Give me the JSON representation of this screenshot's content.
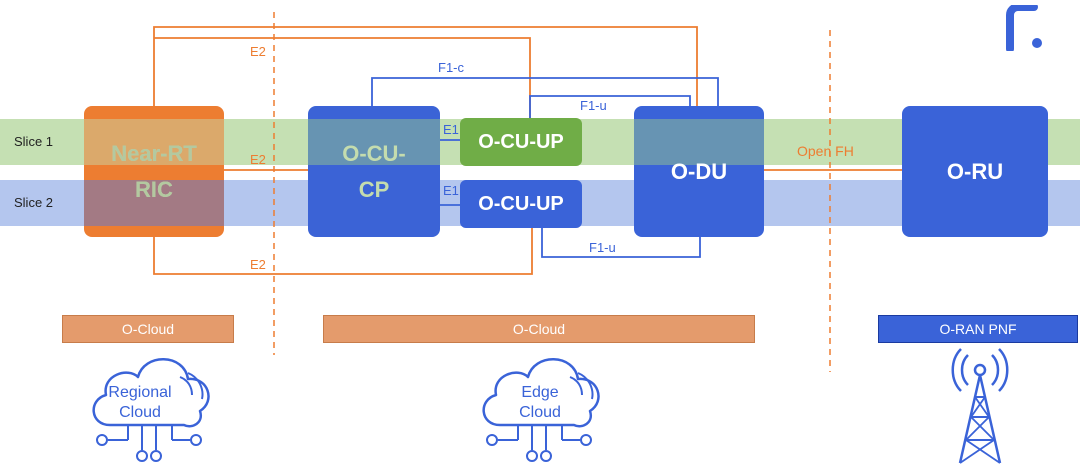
{
  "slices": [
    {
      "label": "Slice 1",
      "color": "#c5e0b3"
    },
    {
      "label": "Slice 2",
      "color": "#b4c6ee"
    }
  ],
  "nodes": {
    "near_rt_ric": {
      "line1": "Near-RT",
      "line2": "RIC",
      "color": "#ed7d31"
    },
    "o_cu_cp": {
      "line1": "O-CU-",
      "line2": "CP",
      "color": "#3a63d8"
    },
    "o_cu_up_1": {
      "label": "O-CU-UP",
      "color": "#70ad47"
    },
    "o_cu_up_2": {
      "label": "O-CU-UP",
      "color": "#3a63d8"
    },
    "o_du": {
      "label": "O-DU",
      "color": "#3a63d8"
    },
    "o_ru": {
      "label": "O-RU",
      "color": "#3a63d8"
    }
  },
  "links": {
    "e2_top": "E2",
    "e2_mid": "E2",
    "e2_bottom": "E2",
    "f1c": "F1-c",
    "f1u_top": "F1-u",
    "f1u_bottom": "F1-u",
    "e1_top": "E1",
    "e1_bottom": "E1",
    "open_fh": "Open FH"
  },
  "footer": {
    "o_cloud_left": "O-Cloud",
    "o_cloud_center": "O-Cloud",
    "o_ran_pnf": "O-RAN PNF"
  },
  "clouds": {
    "regional": {
      "line1": "Regional",
      "line2": "Cloud"
    },
    "edge": {
      "line1": "Edge",
      "line2": "Cloud"
    }
  },
  "icons": {
    "logo": "rounded-r-logo-icon",
    "tower": "radio-tower-icon"
  },
  "colors": {
    "orange": "#ed7d31",
    "blue": "#3a63d8",
    "green": "#70ad47"
  }
}
